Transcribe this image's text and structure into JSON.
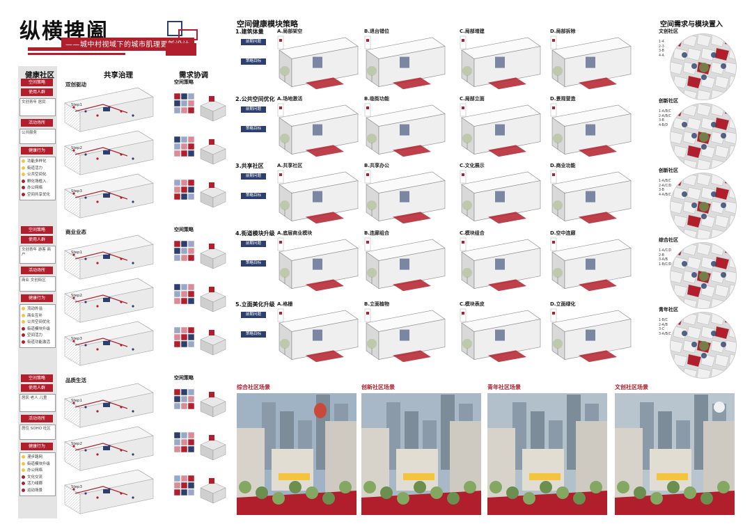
{
  "title": {
    "main": "纵横捭阖",
    "subtitle": "——城中村视域下的城市肌理更新设计"
  },
  "columns": {
    "healthy_community": "健康社区",
    "shared_governance": "共享治理",
    "demand_coordination": "需求协调"
  },
  "left_sections": [
    {
      "tags": [
        "空间策略",
        "使用人群"
      ],
      "people": "文创青年  居民",
      "activity_tag": "活动场所",
      "activity_text": "公共服务",
      "list_tag": "健康行为",
      "items": [
        {
          "label": "功能多样化",
          "color": "#f3c53e"
        },
        {
          "label": "街道活力",
          "color": "#f3c53e"
        },
        {
          "label": "公共空间化",
          "color": "#f3c53e"
        },
        {
          "label": "孵化场植入",
          "color": "#b11f2c"
        },
        {
          "label": "办公网络",
          "color": "#b11f2c"
        },
        {
          "label": "空间共享优化",
          "color": "#b11f2c"
        }
      ]
    },
    {
      "tags": [
        "空间策略",
        "使用人群"
      ],
      "people": "文创青年  游客  商户",
      "activity_tag": "活动场所",
      "activity_text": "商业 文创街区",
      "list_tag": "健康行为",
      "items": [
        {
          "label": "流动外溢",
          "color": "#f3c53e"
        },
        {
          "label": "商业互补",
          "color": "#f3c53e"
        },
        {
          "label": "公共空间优化",
          "color": "#f3c53e"
        },
        {
          "label": "街道模块升级",
          "color": "#b11f2c"
        },
        {
          "label": "空间活力",
          "color": "#b11f2c"
        },
        {
          "label": "街道功能激活",
          "color": "#b11f2c"
        }
      ]
    },
    {
      "tags": [
        "空间策略",
        "使用人群"
      ],
      "people": "居民  老人  儿童",
      "activity_tag": "活动场所",
      "activity_text": "居住 SOHO 社区",
      "list_tag": "健康行为",
      "items": [
        {
          "label": "漫步路网",
          "color": "#f3c53e"
        },
        {
          "label": "街道模块升级",
          "color": "#f3c53e"
        },
        {
          "label": "办公网络",
          "color": "#f3c53e"
        },
        {
          "label": "文化交流",
          "color": "#b11f2c"
        },
        {
          "label": "活力绿廊",
          "color": "#b11f2c"
        },
        {
          "label": "运动场景",
          "color": "#b11f2c"
        }
      ]
    }
  ],
  "governance": {
    "sections": [
      "双创驱动",
      "商业业态",
      "品质生活"
    ],
    "steps": [
      "Step1",
      "Step2",
      "Step3"
    ]
  },
  "strategy": {
    "title": "空间健康模块策略",
    "rows": [
      {
        "title": "1.建筑体量",
        "tags": [
          "前期问题",
          "策略目标"
        ],
        "variants": [
          "A.局部架空",
          "B.退台错位",
          "C.局部增建",
          "D.局部拆除"
        ]
      },
      {
        "title": "2.公共空间优化",
        "tags": [
          "前期问题",
          "策略目标"
        ],
        "variants": [
          "A.场地激活",
          "B.临街功能",
          "C.局部立面",
          "D.景观营造"
        ]
      },
      {
        "title": "3.共享社区",
        "tags": [
          "前期问题",
          "策略目标"
        ],
        "variants": [
          "A.共享社区",
          "B.共享办公",
          "C.文化展示",
          "D.商业功能"
        ]
      },
      {
        "title": "4.街道模块升级",
        "tags": [
          "前期问题",
          "策略目标"
        ],
        "variants": [
          "A.底层商业模块",
          "B.连廊组合",
          "C.模块组合",
          "D.空中连廊"
        ]
      },
      {
        "title": "5.立面美化升级",
        "tags": [
          "前期问题",
          "策略目标"
        ],
        "variants": [
          "A.格栅",
          "B.立面植物",
          "C.模块表皮",
          "D.立面绿化"
        ]
      }
    ]
  },
  "scenes": [
    {
      "title": "综合社区场景"
    },
    {
      "title": "创新社区场景"
    },
    {
      "title": "青年社区场景"
    },
    {
      "title": "文创社区场景"
    }
  ],
  "right": {
    "title": "空间需求与模块置入",
    "circles": [
      {
        "label": "文创社区",
        "legend": [
          "1-4",
          "2-3",
          "3-B",
          "4-A"
        ]
      },
      {
        "label": "创新社区",
        "legend": [
          "1-A/B/C",
          "2-A/B/C",
          "3-B",
          "4-B/D"
        ]
      },
      {
        "label": "创新社区",
        "legend": [
          "1-A/B/C",
          "2-A/C/D",
          "3-B",
          "4-A/B/C"
        ]
      },
      {
        "label": "综合社区",
        "legend": [
          "1-A/C/D",
          "2-B",
          "3-A/B",
          "1-B/C/D"
        ]
      },
      {
        "label": "青年社区",
        "legend": [
          "1-B/C",
          "2-A/B",
          "3-C",
          "3-A/B/C"
        ]
      }
    ]
  },
  "colors": {
    "accent_red": "#b11f2c",
    "navy": "#2d3f6e",
    "yellow": "#f3c53e",
    "grey_panel": "#e4e4e4"
  }
}
